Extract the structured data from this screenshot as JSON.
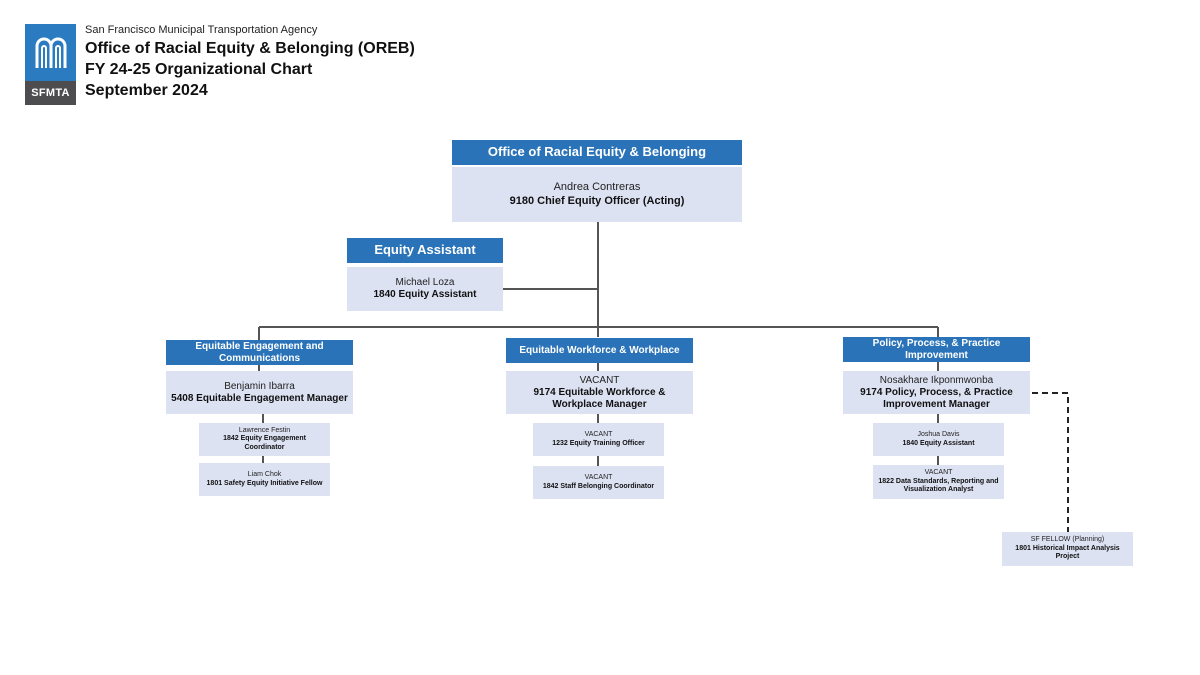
{
  "logo": {
    "wordmark": "SFMTA"
  },
  "header": {
    "agency": "San Francisco Municipal Transportation Agency",
    "title_line1": "Office of Racial Equity & Belonging (OREB)",
    "title_line2": "FY 24-25 Organizational Chart",
    "title_line3": "September 2024"
  },
  "top": {
    "title": "Office of Racial Equity & Belonging",
    "name": "Andrea Contreras",
    "role": "9180 Chief Equity Officer (Acting)"
  },
  "assistant": {
    "title": "Equity Assistant",
    "name": "Michael Loza",
    "role": "1840 Equity Assistant"
  },
  "divisions": [
    {
      "title": "Equitable Engagement and Communications",
      "name": "Benjamin Ibarra",
      "role": "5408 Equitable Engagement Manager",
      "staff": [
        {
          "name": "Lawrence Festin",
          "role": "1842 Equity Engagement Coordinator"
        },
        {
          "name": "Liam Chok",
          "role": "1801 Safety Equity Initiative Fellow"
        }
      ]
    },
    {
      "title": "Equitable Workforce & Workplace",
      "name": "VACANT",
      "role": "9174 Equitable Workforce & Workplace Manager",
      "staff": [
        {
          "name": "VACANT",
          "role": "1232 Equity Training Officer"
        },
        {
          "name": "VACANT",
          "role": "1842 Staff Belonging Coordinator"
        }
      ]
    },
    {
      "title": "Policy, Process, & Practice Improvement",
      "name": "Nosakhare Ikponmwonba",
      "role": "9174 Policy, Process, & Practice Improvement Manager",
      "staff": [
        {
          "name": "Joshua Davis",
          "role": "1840 Equity Assistant"
        },
        {
          "name": "VACANT",
          "role": "1822 Data Standards, Reporting and Visualization Analyst"
        }
      ]
    }
  ],
  "fellow": {
    "name": "SF FELLOW (Planning)",
    "role": "1801 Historical Impact Analysis Project"
  },
  "colors": {
    "header_blue": "#2a73b8",
    "box_fill": "#dde2f3",
    "logo_blue": "#2a7bc0",
    "logo_gray": "#4d4d4f",
    "connector": "#555555"
  }
}
